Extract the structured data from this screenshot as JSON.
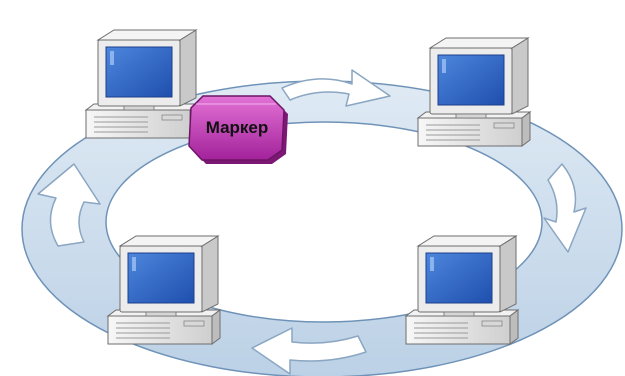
{
  "diagram": {
    "token": {
      "label": "Маркер"
    },
    "nodes": [
      {
        "name": "computer-top-left"
      },
      {
        "name": "computer-top-right"
      },
      {
        "name": "computer-bottom-left"
      },
      {
        "name": "computer-bottom-right"
      }
    ],
    "ring": {
      "direction": "clockwise",
      "arrow_count": 4
    },
    "colors": {
      "ring_fill": "#cfe0ef",
      "ring_stroke": "#6f93b8",
      "arrow_fill": "#ffffff",
      "arrow_stroke": "#8aa6c2",
      "monitor_body": "#ebebeb",
      "monitor_edge": "#6e6e6e",
      "screen": "#2e63c4",
      "token_fill": "#c23bb4",
      "token_text": "#111111"
    }
  }
}
